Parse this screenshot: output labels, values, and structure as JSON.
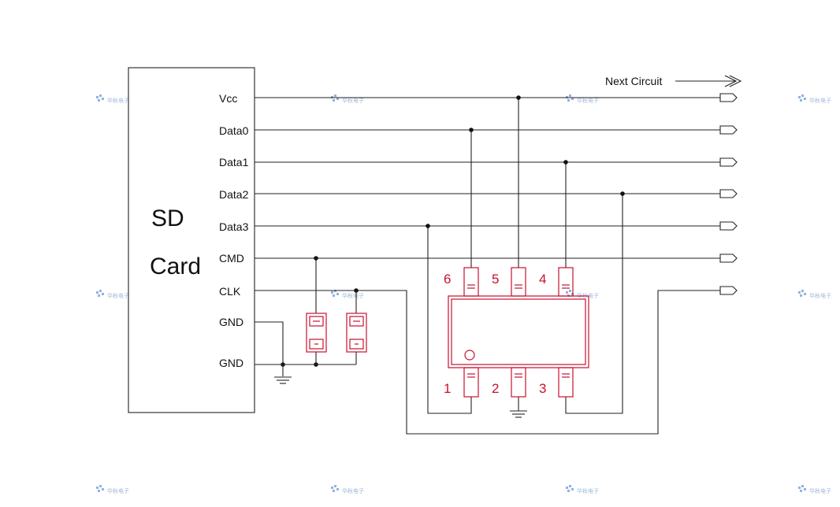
{
  "sd_card": {
    "title_line1": "SD",
    "title_line2": "Card",
    "pins": [
      "Vcc",
      "Data0",
      "Data1",
      "Data2",
      "Data3",
      "CMD",
      "CLK",
      "GND",
      "GND"
    ]
  },
  "next_circuit_label": "Next Circuit",
  "chip": {
    "top_pins": [
      "6",
      "5",
      "4"
    ],
    "bottom_pins": [
      "1",
      "2",
      "3"
    ]
  },
  "colors": {
    "wire": "#222222",
    "component": "#c8102e",
    "watermark": "#9fb8d8"
  },
  "watermark_text": "华秋电子"
}
